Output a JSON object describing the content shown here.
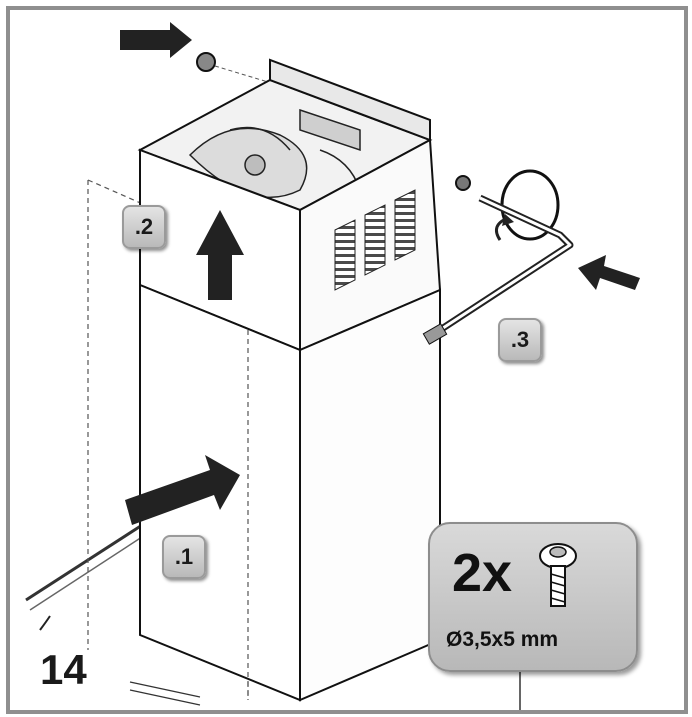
{
  "step": {
    "number": "14"
  },
  "callouts": {
    "c1": ".1",
    "c2": ".2",
    "c3": ".3"
  },
  "screws": {
    "quantity": "2x",
    "size": "Ø3,5x5 mm"
  },
  "icons": [
    "arrow-icon",
    "screw-icon",
    "clamp-icon",
    "cable-icon"
  ]
}
